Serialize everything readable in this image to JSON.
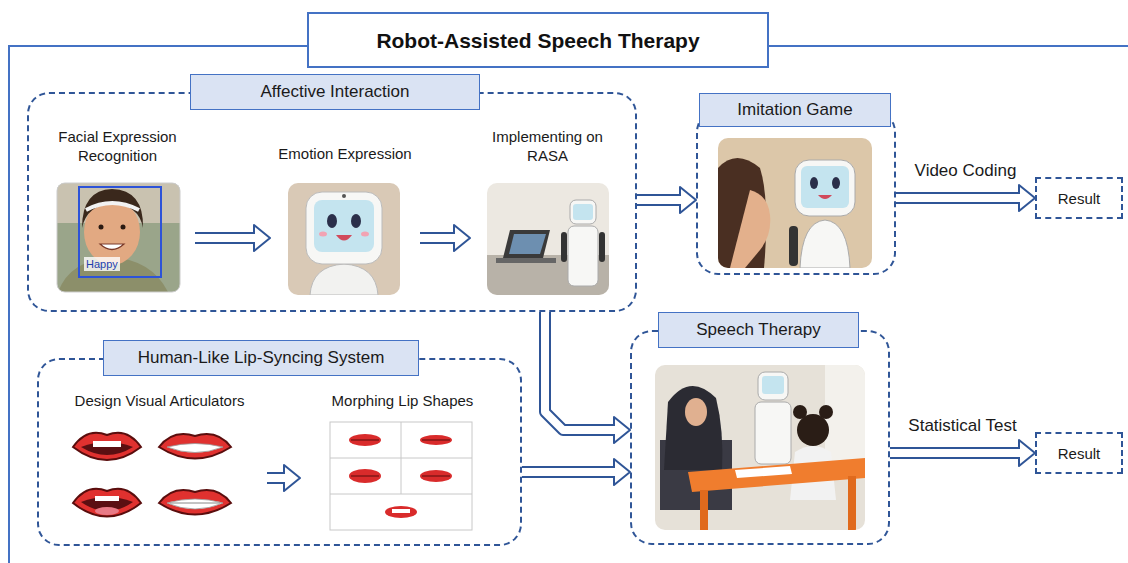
{
  "diagram": {
    "nodes": [
      {
        "text": [
          "Robot-Assisted Speech Therapy"
        ]
      },
      {
        "text": [
          "Affective Interaction"
        ],
        "in": 0
      },
      {
        "text": [
          "Facial Expression Recognition",
          "Happy"
        ],
        "in": 1
      },
      {
        "text": [
          "Emotion Expression"
        ],
        "in": 1
      },
      {
        "text": [
          "Implementing on RASA"
        ],
        "in": 1
      },
      {
        "text": [
          "Imitation Game"
        ],
        "in": 0
      },
      {
        "text": [
          "Result"
        ],
        "in": 0
      },
      {
        "text": [
          "Human-Like Lip-Syncing System"
        ],
        "in": 0
      },
      {
        "text": [
          "Design Visual Articulators"
        ],
        "in": 7
      },
      {
        "text": [
          "Morphing Lip Shapes"
        ],
        "in": 7
      },
      {
        "text": [
          "Speech Therapy"
        ],
        "in": 0
      },
      {
        "text": [
          "Result"
        ],
        "in": 0
      }
    ],
    "edges": [
      {
        "from": 2,
        "to": 3,
        "arrow": "to"
      },
      {
        "from": 3,
        "to": 4,
        "arrow": "to"
      },
      {
        "from": 1,
        "to": 5,
        "arrow": "to"
      },
      {
        "from": 5,
        "to": 6,
        "arrow": "to",
        "label": "Video Coding"
      },
      {
        "from": 8,
        "to": 9,
        "arrow": "to"
      },
      {
        "from": 1,
        "to": 10,
        "arrow": "to"
      },
      {
        "from": 7,
        "to": 10,
        "arrow": "to"
      },
      {
        "from": 10,
        "to": 11,
        "arrow": "to",
        "label": "Statistical Test"
      }
    ]
  }
}
